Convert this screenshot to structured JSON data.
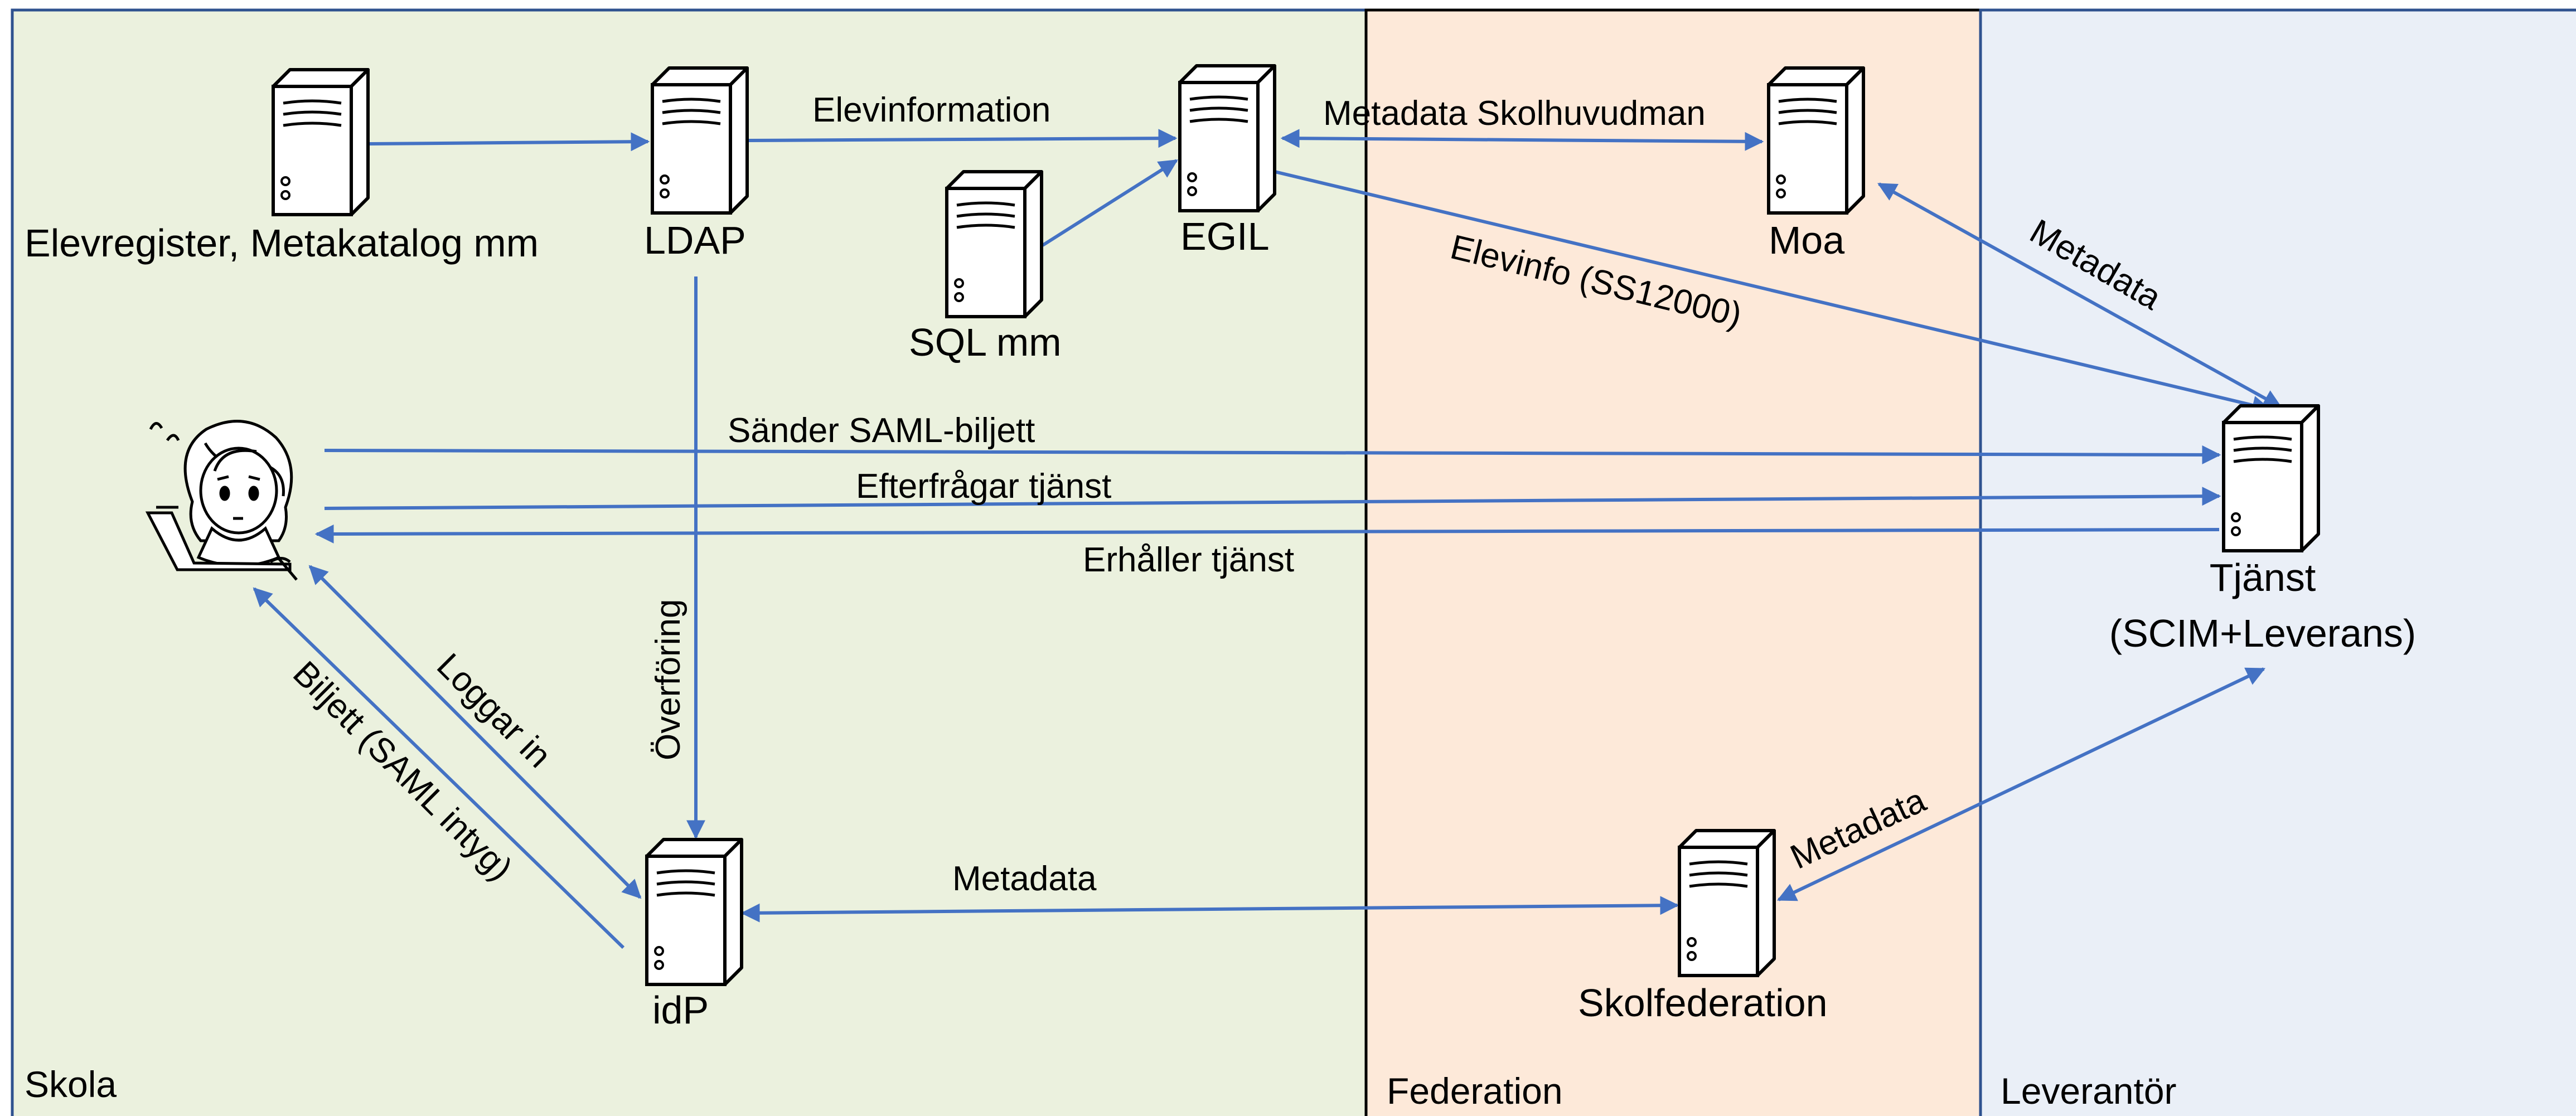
{
  "colors": {
    "skola_fill": "#EBF1DE",
    "federation_fill": "#FDE9D9",
    "leverantor_fill": "#EAEFF7",
    "zone_border": "#2F528F",
    "arrow": "#4472C4",
    "server_fill": "#ffffff",
    "server_stroke": "#000000"
  },
  "zones": {
    "skola": "Skola",
    "federation": "Federation",
    "leverantor": "Leverantör"
  },
  "nodes": {
    "elevregister": "Elevregister, Metakatalog mm",
    "ldap": "LDAP",
    "sql": "SQL mm",
    "egil": "EGIL",
    "moa": "Moa",
    "tjanst_line1": "Tjänst",
    "tjanst_line2": "(SCIM+Leverans)",
    "idp": "idP",
    "skolfederation": "Skolfederation",
    "user_icon": "user-at-laptop-icon"
  },
  "edges": {
    "elevinformation": "Elevinformation",
    "metadata_skolhuvudman": "Metadata Skolhuvudman",
    "elevinfo_ss12000": "Elevinfo (SS12000)",
    "metadata_moa_tjanst": "Metadata",
    "sander_saml": "Sänder SAML-biljett",
    "efterfragar": "Efterfrågar tjänst",
    "erhaller": "Erhåller tjänst",
    "overforing": "Överföring",
    "loggar_in": "Loggar in",
    "biljett": "Biljett (SAML intyg)",
    "metadata_idp_fed": "Metadata",
    "metadata_fed_tjanst": "Metadata"
  }
}
